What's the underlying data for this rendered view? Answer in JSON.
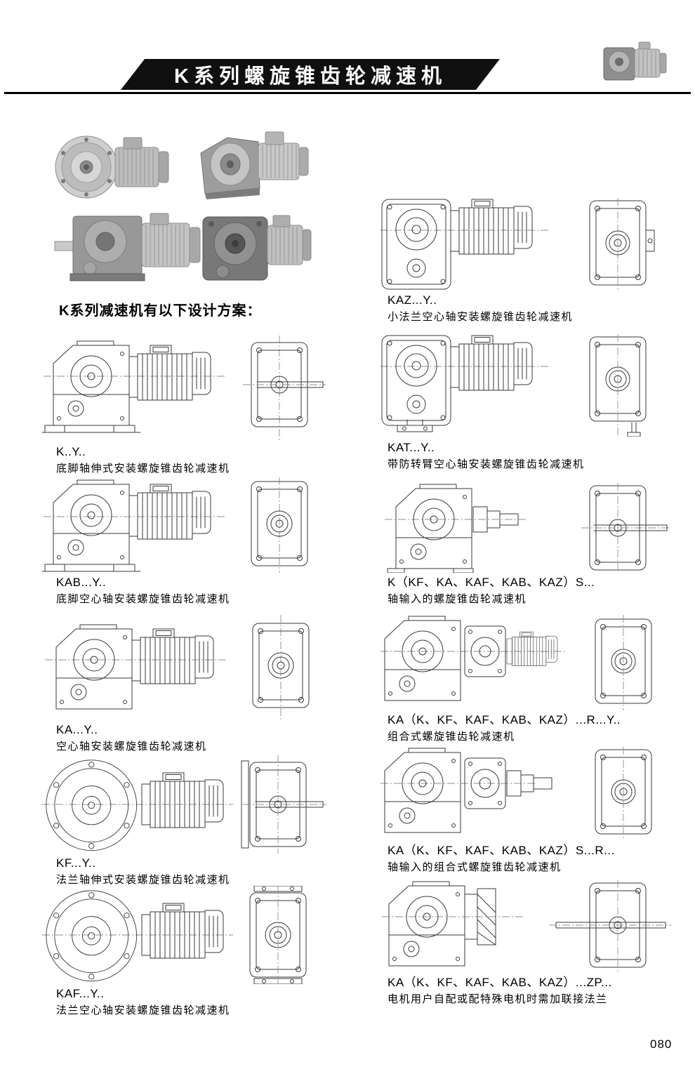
{
  "header": {
    "title": "K系列螺旋锥齿轮减速机"
  },
  "intro": "K系列减速机有以下设计方案：",
  "page_number": "080",
  "left_models": [
    {
      "code": "K..Y..",
      "desc": "底脚轴伸式安装螺旋锥齿轮减速机"
    },
    {
      "code": "KAB...Y..",
      "desc": "底脚空心轴安装螺旋锥齿轮减速机"
    },
    {
      "code": "KA...Y..",
      "desc": "空心轴安装螺旋锥齿轮减速机"
    },
    {
      "code": "KF...Y..",
      "desc": "法兰轴伸式安装螺旋锥齿轮减速机"
    },
    {
      "code": "KAF...Y..",
      "desc": "法兰空心轴安装螺旋锥齿轮减速机"
    }
  ],
  "right_models": [
    {
      "code": "KAZ...Y..",
      "desc": "小法兰空心轴安装螺旋锥齿轮减速机"
    },
    {
      "code": "KAT...Y..",
      "desc": "带防转臂空心轴安装螺旋锥齿轮减速机"
    },
    {
      "code": "K（KF、KA、KAF、KAB、KAZ）S...",
      "desc": "轴输入的螺旋锥齿轮减速机"
    },
    {
      "code": "KA（K、KF、KAF、KAB、KAZ）...R...Y..",
      "desc": "组合式螺旋锥齿轮减速机"
    },
    {
      "code": "KA（K、KF、KAF、KAB、KAZ）S...R...",
      "desc": "轴输入的组合式螺旋锥齿轮减速机"
    },
    {
      "code": "KA（K、KF、KAF、KAB、KAZ）...ZP...",
      "desc": "电机用户自配或配特殊电机时需加联接法兰"
    }
  ]
}
